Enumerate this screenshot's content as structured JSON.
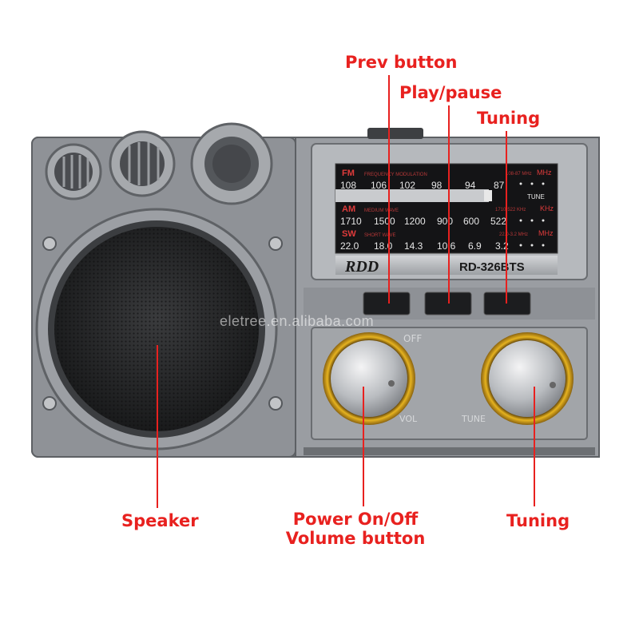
{
  "callouts": {
    "prev": "Prev button",
    "play": "Play/pause",
    "tuning_top": "Tuning",
    "speaker": "Speaker",
    "power_line1": "Power On/Off",
    "power_line2": "Volume button",
    "tuning_bottom": "Tuning"
  },
  "dial": {
    "fm": {
      "band": "FM",
      "desc": "FREQUENCY MODULATION",
      "range": "108-87 MHz",
      "unit": "MHz",
      "scale": [
        "108",
        "106",
        "102",
        "98",
        "94",
        "87"
      ]
    },
    "am": {
      "band": "AM",
      "desc": "MEDIUM WAVE",
      "range": "1710-522 KHz",
      "unit": "KHz",
      "scale": [
        "1710",
        "1500",
        "1200",
        "900",
        "600",
        "522"
      ]
    },
    "sw": {
      "band": "SW",
      "desc": "SHORT WAVE",
      "range": "22.0-3.2 MHz",
      "unit": "MHz",
      "scale": [
        "22.0",
        "18.0",
        "14.3",
        "10.6",
        "6.9",
        "3.2"
      ]
    },
    "tune_label": "TUNE"
  },
  "brand": "RDD",
  "model": "RD-326BTS",
  "knob_labels": {
    "vol": "VOL",
    "tune": "TUNE",
    "off": "OFF"
  },
  "watermark": "eletree.en.alibaba.com",
  "colors": {
    "callout": "#e8211f",
    "body": "#8c8f93",
    "band_label": "#e03b3b",
    "knob_ring": "#d6a21a"
  }
}
